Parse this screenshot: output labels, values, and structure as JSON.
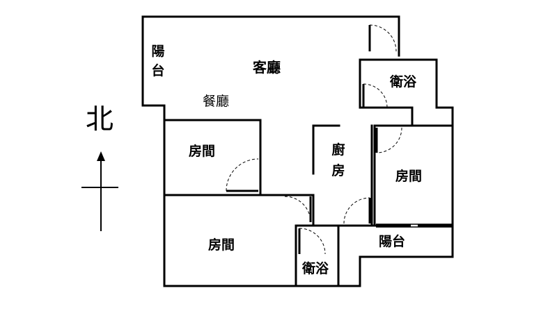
{
  "compass": {
    "label": "北"
  },
  "rooms": {
    "living_room": "客廳",
    "dining_room": "餐廳",
    "balcony_west": "陽台",
    "balcony_east": "陽台",
    "bath_upper": "衛浴",
    "bath_lower": "衛浴",
    "kitchen": "廚房",
    "bedroom_upper_left": "房間",
    "bedroom_right": "房間",
    "bedroom_lower_left": "房間"
  },
  "colors": {
    "wall": "#000000",
    "door_arc": "#000000",
    "background": "#ffffff"
  }
}
